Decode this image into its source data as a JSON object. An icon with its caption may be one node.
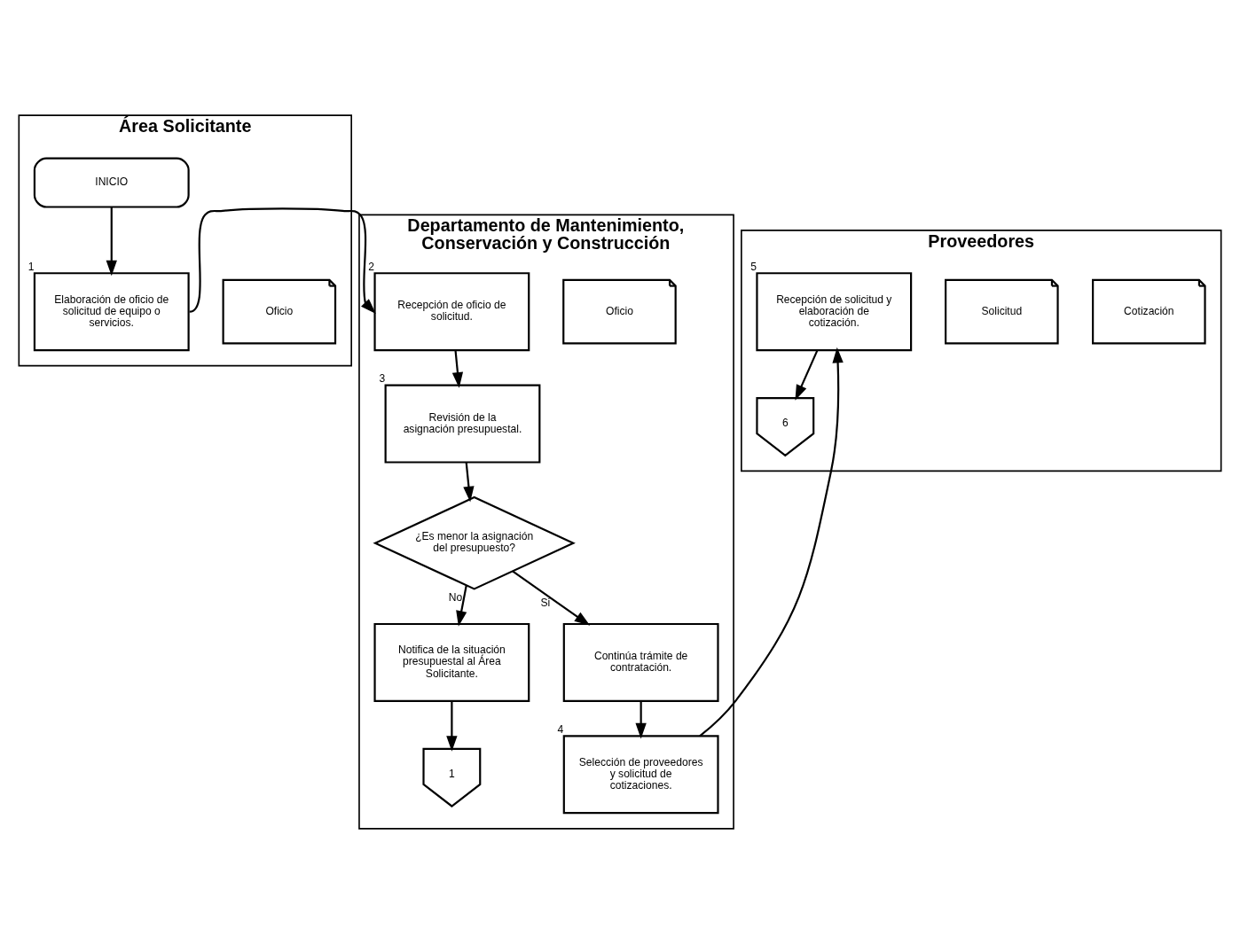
{
  "diagram": {
    "nodes": [
      {
        "text": [
          "Área Solicitante"
        ]
      },
      {
        "text": [
          "Departamento de Mantenimiento, Conservación y Construcción"
        ]
      },
      {
        "text": [
          "Proveedores"
        ]
      },
      {
        "text": [
          "INICIO"
        ],
        "in": 0
      },
      {
        "text": [
          "Elaboración de oficio de solicitud de equipo o servicios."
        ],
        "beside": [
          "1"
        ],
        "in": 0
      },
      {
        "text": [
          "Oficio"
        ],
        "in": 0
      },
      {
        "text": [
          "Recepción de oficio de solicitud."
        ],
        "beside": [
          "2"
        ],
        "in": 1
      },
      {
        "text": [
          "Oficio"
        ],
        "in": 1
      },
      {
        "text": [
          "Revisión de la asignación presupuestal."
        ],
        "beside": [
          "3"
        ],
        "in": 1
      },
      {
        "text": [
          "¿Es menor la asignación del presupuesto?"
        ],
        "in": 1
      },
      {
        "text": [
          "Notifica de la situación presupuestal al Área Solicitante."
        ],
        "in": 1
      },
      {
        "text": [
          "1"
        ],
        "in": 1
      },
      {
        "text": [
          "Continúa trámite de contratación."
        ],
        "in": 1
      },
      {
        "text": [
          "Selección de proveedores y solicitud de cotizaciones."
        ],
        "beside": [
          "4"
        ],
        "in": 1
      },
      {
        "text": [
          "Recepción de solicitud y elaboración de cotización."
        ],
        "beside": [
          "5"
        ],
        "in": 2
      },
      {
        "text": [
          "Solicitud"
        ],
        "in": 2
      },
      {
        "text": [
          "Cotización"
        ],
        "in": 2
      },
      {
        "text": [
          "6"
        ],
        "in": 2
      }
    ],
    "edges": [
      {
        "from": 3,
        "to": 4,
        "arrow": "to"
      },
      {
        "from": 4,
        "to": 6,
        "arrow": "to"
      },
      {
        "from": 6,
        "to": 8,
        "arrow": "to"
      },
      {
        "from": 8,
        "to": 9,
        "arrow": "to"
      },
      {
        "from": 9,
        "to": 10,
        "label": "No",
        "arrow": "to"
      },
      {
        "from": 9,
        "to": 12,
        "label": "Si",
        "arrow": "to"
      },
      {
        "from": 10,
        "to": 11,
        "arrow": "to"
      },
      {
        "from": 12,
        "to": 13,
        "arrow": "to"
      },
      {
        "from": 13,
        "to": 14,
        "arrow": "to"
      },
      {
        "from": 14,
        "to": 17,
        "arrow": "to"
      }
    ]
  }
}
